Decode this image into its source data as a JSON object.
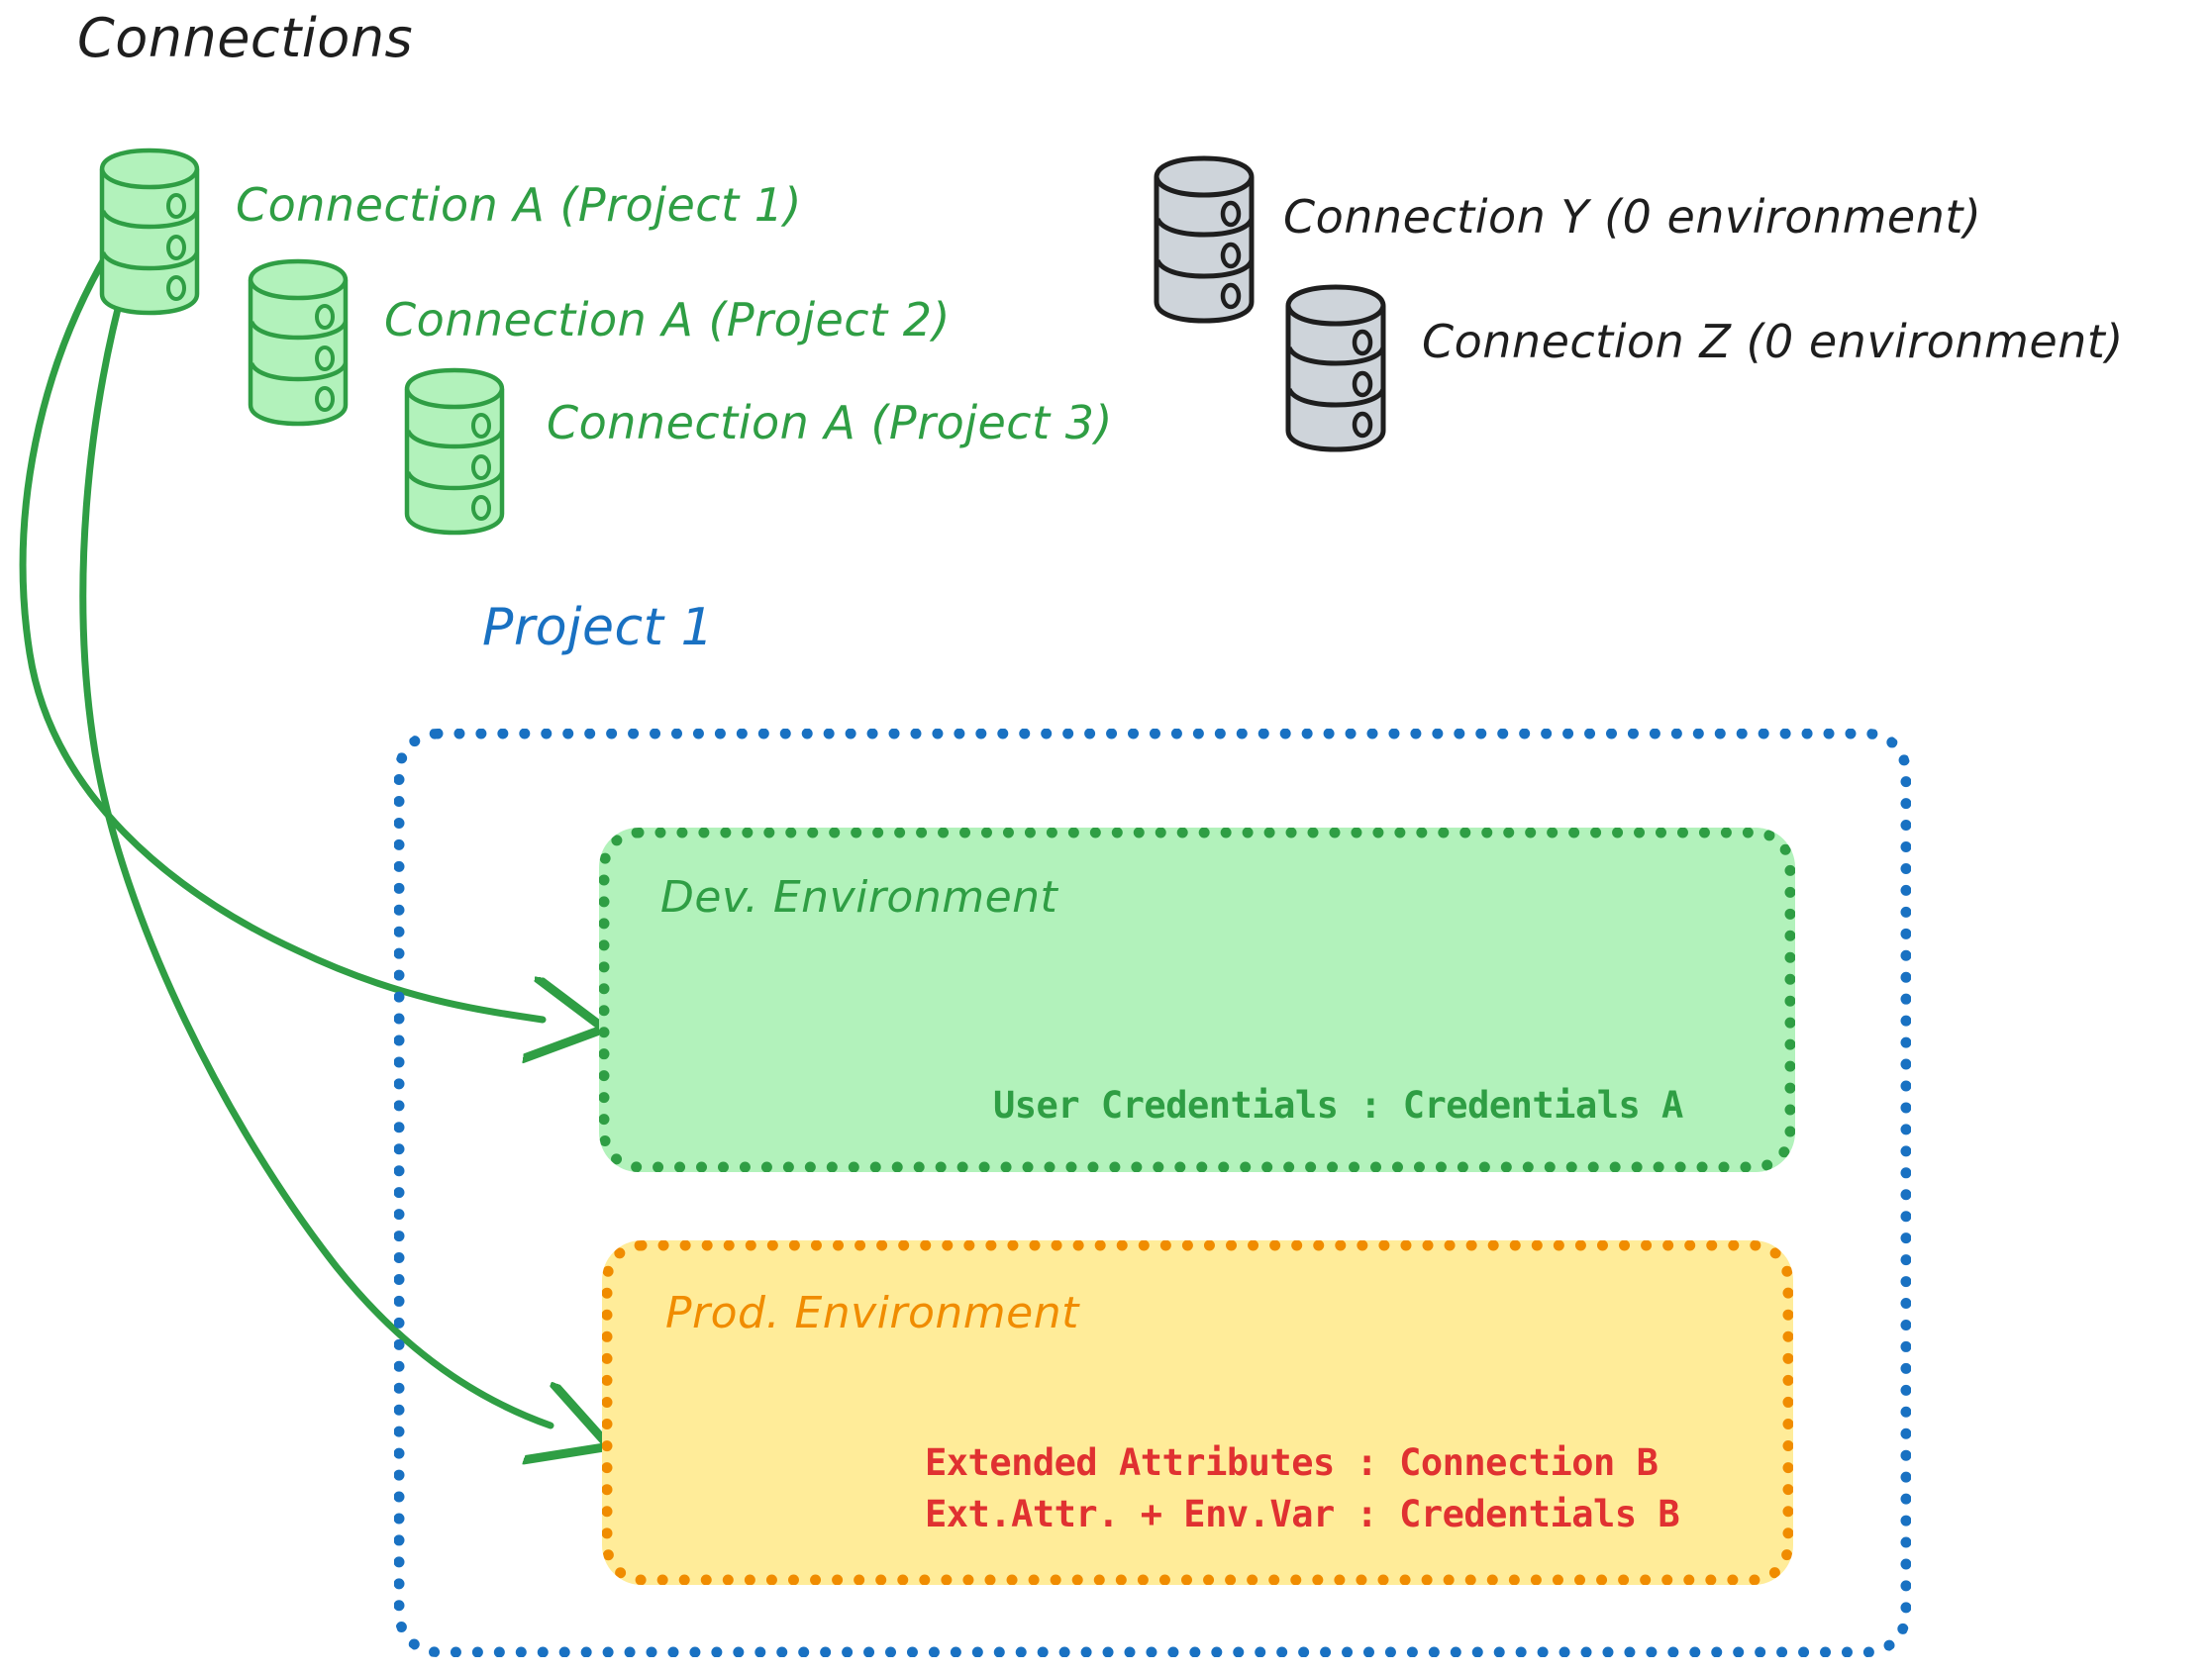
{
  "diagram": {
    "type": "architecture-diagram",
    "style": "hand-drawn whiteboard sketch",
    "title": "Connections"
  },
  "header": {
    "title": "Connections"
  },
  "colors": {
    "green_stroke": "#2f9e44",
    "green_fill": "#b2f2bb",
    "grey_fill": "#ced4da",
    "dark_stroke": "#1e1e1e",
    "blue": "#1971c2",
    "orange": "#f08c00",
    "yellow_fill": "#ffec99",
    "red": "#e03131"
  },
  "connections": {
    "green": [
      {
        "icon": "database-icon",
        "label": "Connection A (Project 1)"
      },
      {
        "icon": "database-icon",
        "label": "Connection A (Project 2)"
      },
      {
        "icon": "database-icon",
        "label": "Connection A (Project 3)"
      }
    ],
    "grey": [
      {
        "icon": "database-icon",
        "label": "Connection Y (0 environment)"
      },
      {
        "icon": "database-icon",
        "label": "Connection Z (0 environment)"
      }
    ]
  },
  "project": {
    "label": "Project 1",
    "environments": [
      {
        "name": "Dev. Environment",
        "accent": "#2f9e44",
        "fill": "#b2f2bb",
        "entries": [
          "User Credentials : Credentials A"
        ]
      },
      {
        "name": "Prod. Environment",
        "accent": "#f08c00",
        "fill": "#ffec99",
        "entries": [
          "Extended Attributes : Connection B",
          "Ext.Attr. + Env.Var : Credentials B"
        ]
      }
    ]
  },
  "arrows": [
    {
      "from": "Connection A (Project 1)",
      "to": "Dev. Environment",
      "color": "#2f9e44"
    },
    {
      "from": "Connection A (Project 1)",
      "to": "Prod. Environment",
      "color": "#2f9e44"
    }
  ]
}
